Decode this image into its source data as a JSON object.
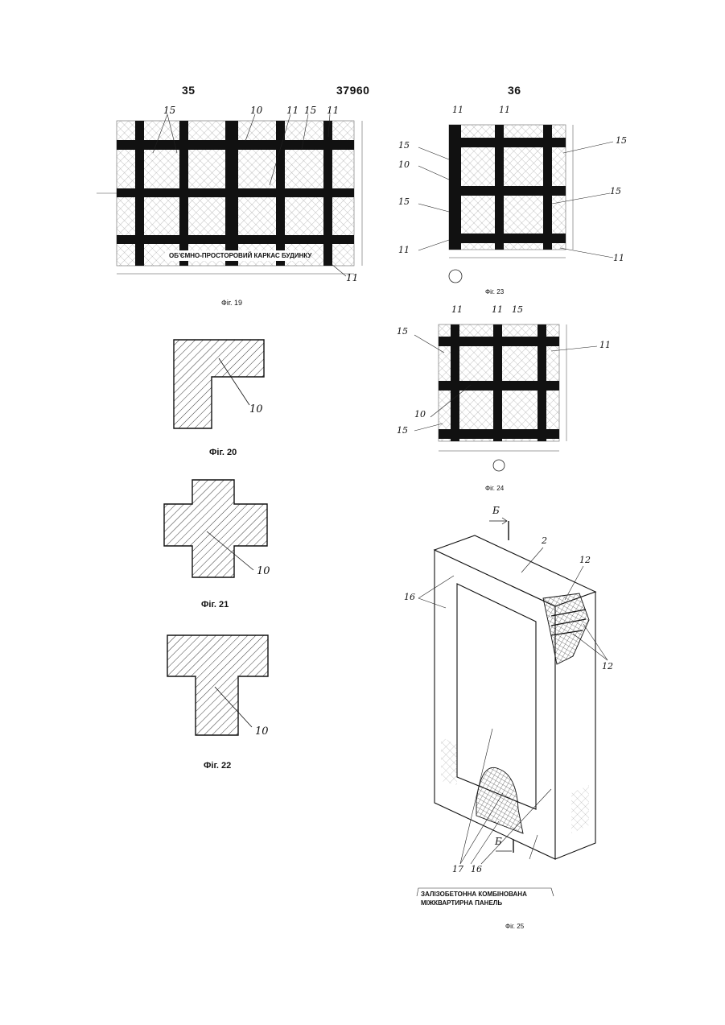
{
  "header": {
    "left_page": "35",
    "patent_no": "37960",
    "right_page": "36"
  },
  "fig19": {
    "caption": "Фіг. 19",
    "banner": "ОБ'ЄМНО-ПРОСТОРОВИЙ КАРКАС БУДИНКУ",
    "labels": {
      "l15": "15",
      "l10": "10",
      "l11a": "11",
      "l15b": "15",
      "l11b": "11",
      "l11c": "11"
    }
  },
  "fig20": {
    "caption": "Фіг. 20",
    "label": "10"
  },
  "fig21": {
    "caption": "Фіг. 21",
    "label": "10"
  },
  "fig22": {
    "caption": "Фіг. 22",
    "label": "10"
  },
  "fig23": {
    "caption": "Фіг. 23",
    "labels": {
      "top1": "11",
      "top2": "11",
      "l15a": "15",
      "l10": "10",
      "l15b": "15",
      "l11": "11",
      "r15a": "15",
      "r15b": "15",
      "r11": "11"
    }
  },
  "fig24": {
    "caption": "Фіг. 24",
    "labels": {
      "top1": "11",
      "top2": "11",
      "top3": "15",
      "l15": "15",
      "l10": "10",
      "l15b": "15",
      "r11": "11"
    }
  },
  "fig25": {
    "caption": "Фіг. 25",
    "panel_line1": "ЗАЛІЗОБЕТОННА КОМБІНОВАНА",
    "panel_line2": "МІЖКВАРТИРНА ПАНЕЛЬ",
    "labels": {
      "section_top": "Б",
      "section_bottom": "Б",
      "l2": "2",
      "l12a": "12",
      "l12b": "12",
      "l16": "16",
      "l17": "17",
      "l16b": "16"
    }
  }
}
